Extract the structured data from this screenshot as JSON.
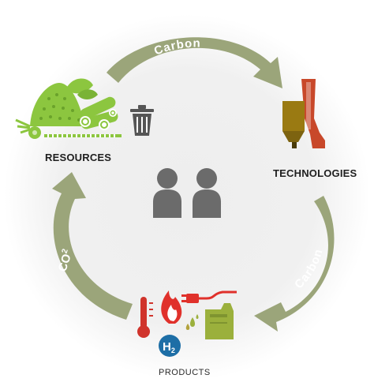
{
  "diagram": {
    "nodes": {
      "resources": {
        "label": "RESOURCES"
      },
      "technologies": {
        "label": "TECHNOLOGIES"
      },
      "products": {
        "label": "PRODUCTS"
      },
      "people": {
        "icon": "people-icon"
      }
    },
    "arrows": {
      "top": {
        "label": "Carbon"
      },
      "right": {
        "label": "Carbon"
      },
      "left": {
        "label": "CO",
        "subscript": "2"
      }
    },
    "hydrogen": {
      "symbol": "H",
      "subscript": "2"
    },
    "colors": {
      "background_disc": "#eeeeee",
      "arrow": "#9ba57a",
      "resources_green": "#8cc63f",
      "technology_red": "#c8482a",
      "technology_gold": "#9a7a12",
      "flame_red": "#e0312b",
      "h2_blue": "#1d6ea6",
      "jerrycan_green": "#9bb03c",
      "people_gray": "#6b6b6b"
    }
  }
}
